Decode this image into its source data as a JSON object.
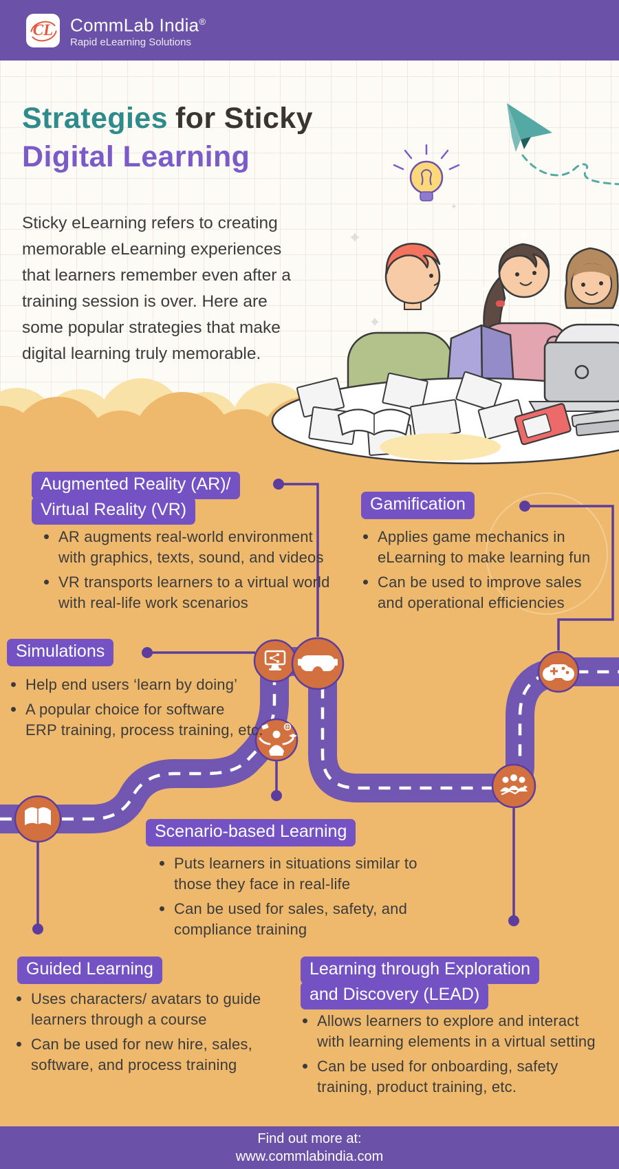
{
  "header": {
    "logo_monogram": "CL",
    "brand": "CommLab India",
    "reg": "®",
    "tagline": "Rapid eLearning Solutions"
  },
  "title": {
    "part1": "Strategies",
    "part2": "for Sticky",
    "line2": "Digital Learning"
  },
  "intro": "Sticky eLearning refers to creating\nmemorable eLearning experiences\nthat learners remember even after a\ntraining session is over. Here are\nsome popular strategies that make\ndigital learning truly memorable.",
  "sections": {
    "arvr": {
      "heading_line1": "Augmented Reality (AR)/",
      "heading_line2": "Virtual Reality (VR)",
      "bullets": [
        "AR augments real-world environment\nwith graphics, texts, sound, and videos",
        "VR transports learners to a virtual world\nwith real-life work scenarios"
      ]
    },
    "gamification": {
      "heading": "Gamification",
      "bullets": [
        "Applies game mechanics in\neLearning to make learning fun",
        "Can be used to improve sales\nand operational efficiencies"
      ]
    },
    "simulations": {
      "heading": "Simulations",
      "bullets": [
        "Help end users ‘learn by doing’",
        "A popular choice for software\nERP training, process training, etc."
      ]
    },
    "scenario": {
      "heading": "Scenario-based Learning",
      "bullets": [
        "Puts learners in situations similar to\nthose they face in real-life",
        "Can be used for sales, safety, and\ncompliance training"
      ]
    },
    "guided": {
      "heading": "Guided Learning",
      "bullets": [
        "Uses characters/ avatars to guide\nlearners through a course",
        "Can be used for new hire, sales,\nsoftware, and process training"
      ]
    },
    "lead": {
      "heading_line1": "Learning through Exploration",
      "heading_line2": "and Discovery (LEAD)",
      "bullets": [
        "Allows learners to explore and interact\nwith learning elements in a virtual setting",
        "Can be used for onboarding, safety\ntraining, product training, etc."
      ]
    }
  },
  "footer": {
    "line1": "Find out more at:",
    "line2": "www.commlabindia.com"
  },
  "icons": {
    "simulations": "monitor-share-icon",
    "arvr": "vr-headset-icon",
    "gamification": "game-controller-icon",
    "scenario": "person-juggling-icon",
    "guided": "open-book-icon",
    "lead": "team-growth-icon",
    "decor": [
      "lightbulb-icon",
      "paper-plane-icon",
      "sparkle-icon"
    ]
  },
  "colors": {
    "header_purple": "#6B51A7",
    "badge_purple": "#7452C4",
    "road_purple": "#7156B2",
    "connector_purple": "#5C3D9E",
    "orange_bg": "#EFB96D",
    "cloud_light": "#F9E2A7",
    "icon_circle_orange": "#D2713F",
    "title_teal": "#2E8B8B",
    "title_dark": "#3A3431",
    "title_purple": "#7B5BC8",
    "body_text": "#3B3B3B",
    "logo_red": "#E4573D",
    "plane_teal": "#55A9A4"
  }
}
